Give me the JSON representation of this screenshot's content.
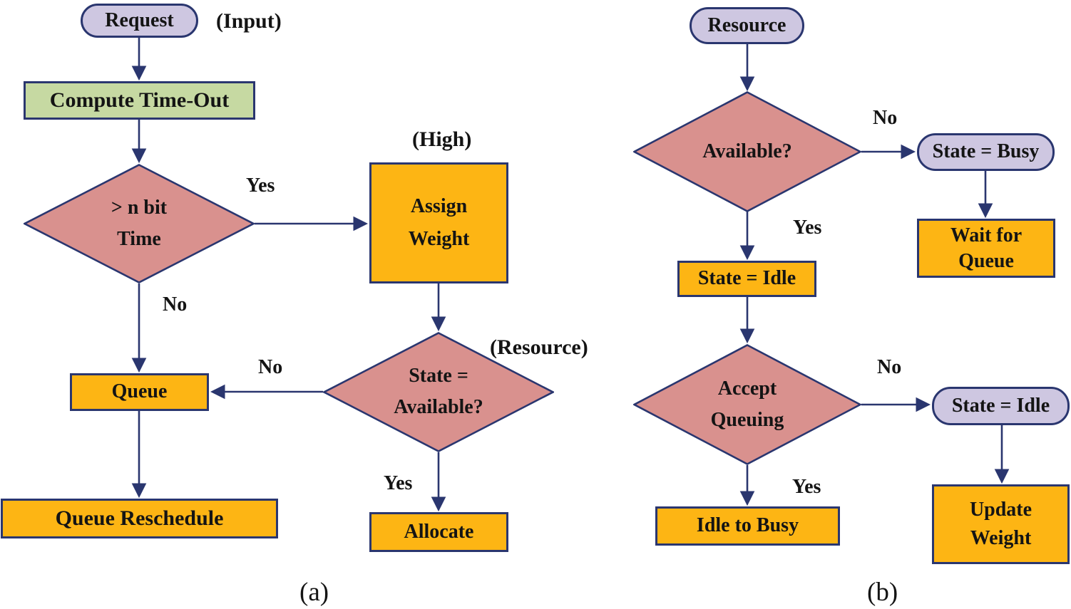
{
  "colors": {
    "terminal_fill": "#cec7e1",
    "process_fill": "#c6d9a2",
    "decision_fill": "#d9918e",
    "action_fill": "#fdb514",
    "line": "#2a366f",
    "text": "#141414"
  },
  "figure": {
    "a": {
      "caption": "(a)",
      "annotations": {
        "input": "(Input)",
        "high": "(High)",
        "resource": "(Resource)"
      },
      "nodes": {
        "request": {
          "label": "Request"
        },
        "compute_time_out": {
          "label": "Compute Time-Out"
        },
        "n_bit_time": {
          "line1": "> n bit",
          "line2": "Time"
        },
        "assign_weight": {
          "line1": "Assign",
          "line2": "Weight"
        },
        "state_available": {
          "line1": "State =",
          "line2": "Available?"
        },
        "queue": {
          "label": "Queue"
        },
        "queue_reschedule": {
          "label": "Queue Reschedule"
        },
        "allocate": {
          "label": "Allocate"
        }
      },
      "edge_labels": {
        "n_bit_yes": "Yes",
        "n_bit_no": "No",
        "state_available_no": "No",
        "state_available_yes": "Yes"
      }
    },
    "b": {
      "caption": "(b)",
      "nodes": {
        "resource": {
          "label": "Resource"
        },
        "available": {
          "label": "Available?"
        },
        "state_busy": {
          "label": "State = Busy"
        },
        "wait_for_queue": {
          "line1": "Wait for",
          "line2": "Queue"
        },
        "state_idle_box": {
          "label": "State = Idle"
        },
        "accept_queuing": {
          "line1": "Accept",
          "line2": "Queuing"
        },
        "idle_to_busy": {
          "label": "Idle to Busy"
        },
        "state_idle_pill": {
          "label": "State = Idle"
        },
        "update_weight": {
          "line1": "Update",
          "line2": "Weight"
        }
      },
      "edge_labels": {
        "available_no": "No",
        "available_yes": "Yes",
        "accept_no": "No",
        "accept_yes": "Yes"
      }
    }
  }
}
